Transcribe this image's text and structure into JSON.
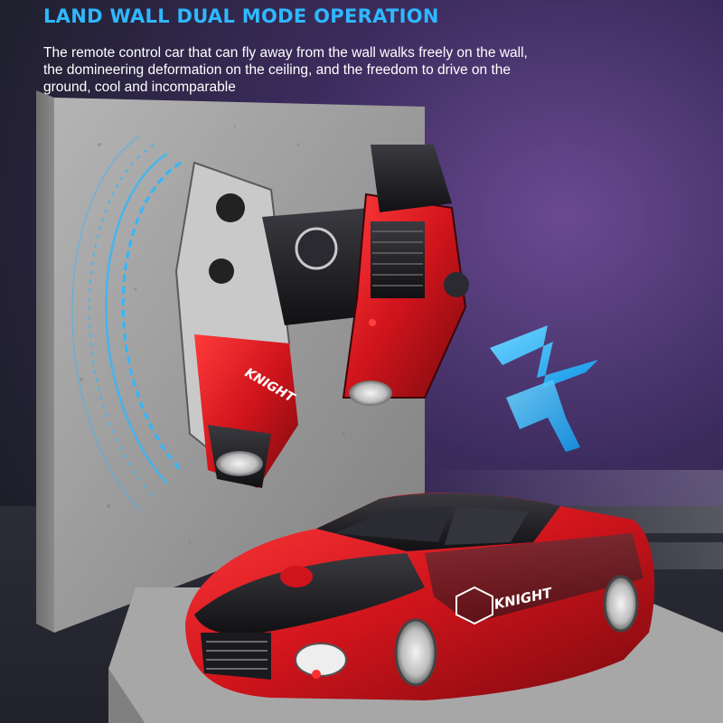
{
  "header": {
    "title": "LAND WALL DUAL MODE OPERATION",
    "description": "The remote control car that can fly away from the wall walks freely on the wall, the domineering deformation on the ceiling, and the freedom to drive on the ground, cool and incomparable"
  },
  "car": {
    "decal_text": "KNIGHT",
    "colors": {
      "body": "#d0141c",
      "dark": "#1a1a1e",
      "accent": "#2fb8ff",
      "wall": "#9a9a9a"
    }
  }
}
